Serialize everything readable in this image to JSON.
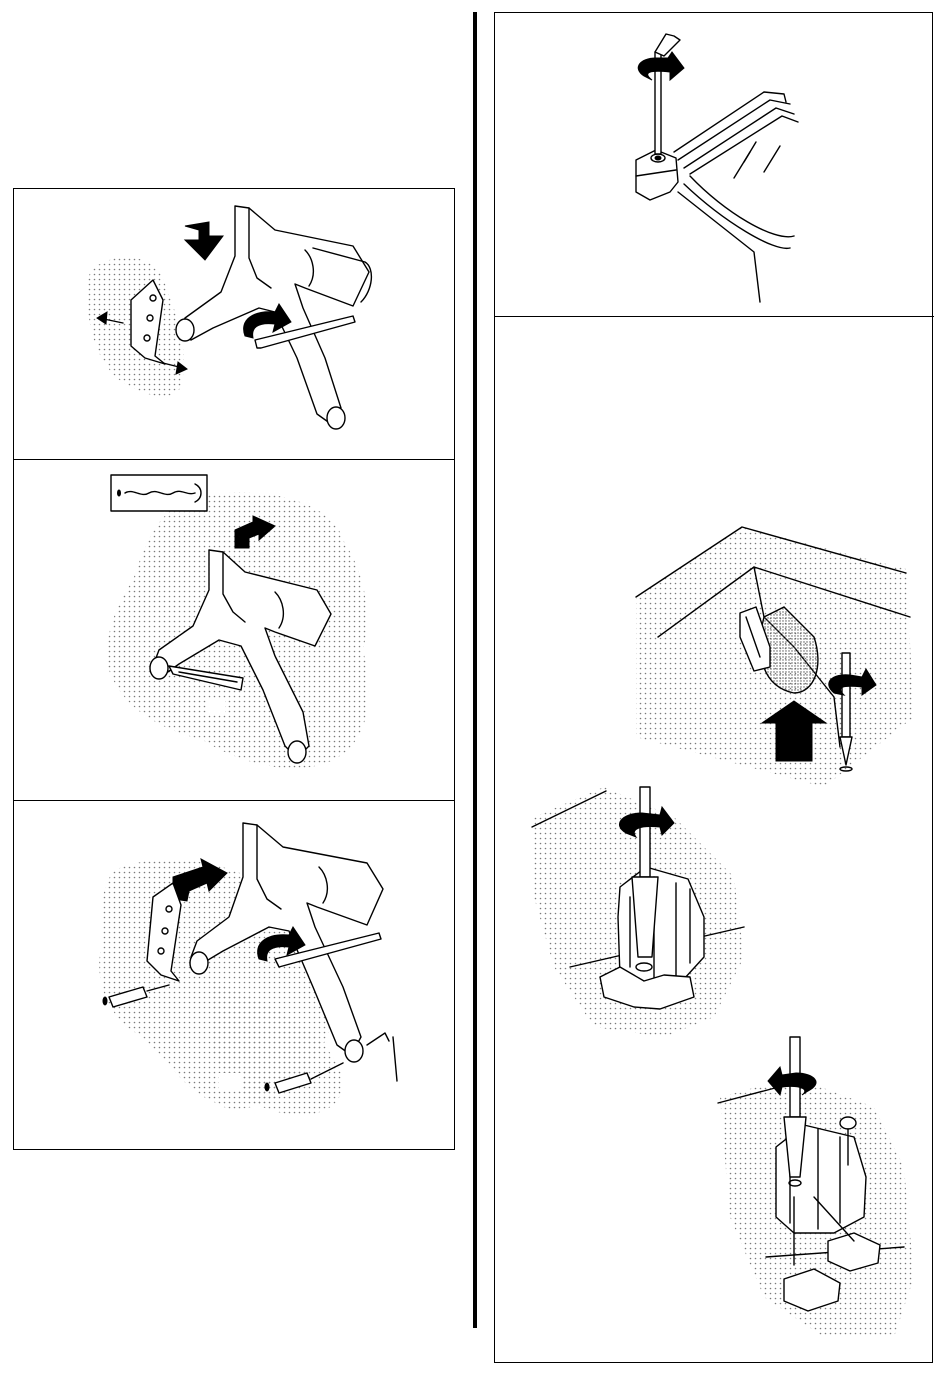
{
  "page": {
    "background": "#ffffff",
    "ink_color": "#000000",
    "shade_color": "#bdbdbd",
    "dot_color": "#7a7a7a"
  },
  "left_column": {
    "panels": [
      {
        "name": "leg-bracket-step",
        "icons": [
          "bracket-icon",
          "push-arrow-icon",
          "rotate-arrow-icon",
          "hex-key-icon"
        ]
      },
      {
        "name": "drill-step",
        "icons": [
          "drill-bit-icon",
          "push-arrow-icon",
          "marker-icon"
        ]
      },
      {
        "name": "wall-plug-step",
        "icons": [
          "bracket-icon",
          "wall-plug-icon",
          "screw-icon",
          "rotate-arrow-icon",
          "hex-key-icon"
        ]
      }
    ]
  },
  "right_column": {
    "panels": [
      {
        "name": "glass-tighten-step",
        "icons": [
          "hex-key-icon",
          "rotate-arrow-icon"
        ]
      },
      {
        "name": "bracket-screw-step",
        "icons": [
          "screwdriver-icon",
          "rotate-arrow-icon",
          "up-arrow-icon"
        ]
      }
    ]
  }
}
